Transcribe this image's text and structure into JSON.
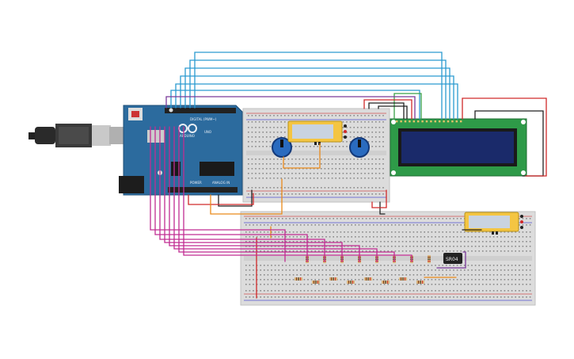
{
  "arduino": {
    "brand": "ARDUINO",
    "model": "UNO",
    "digital_label": "DIGITAL (PWM~)",
    "power_label": "POWER",
    "analog_label": "ANALOG IN",
    "board_color": "#2c6b9e"
  },
  "lcd": {
    "pcb_color": "#2e9a48",
    "screen_color": "#1a2a6a"
  },
  "module_label": "SR04",
  "wire_colors": {
    "data_blue": "#2a9ad0",
    "power_red": "#d02a2a",
    "ground_black": "#222222",
    "signal_magenta": "#c12c92",
    "signal_purple": "#7a3a9a",
    "signal_orange": "#ea8a1a",
    "signal_green": "#3aa048"
  }
}
